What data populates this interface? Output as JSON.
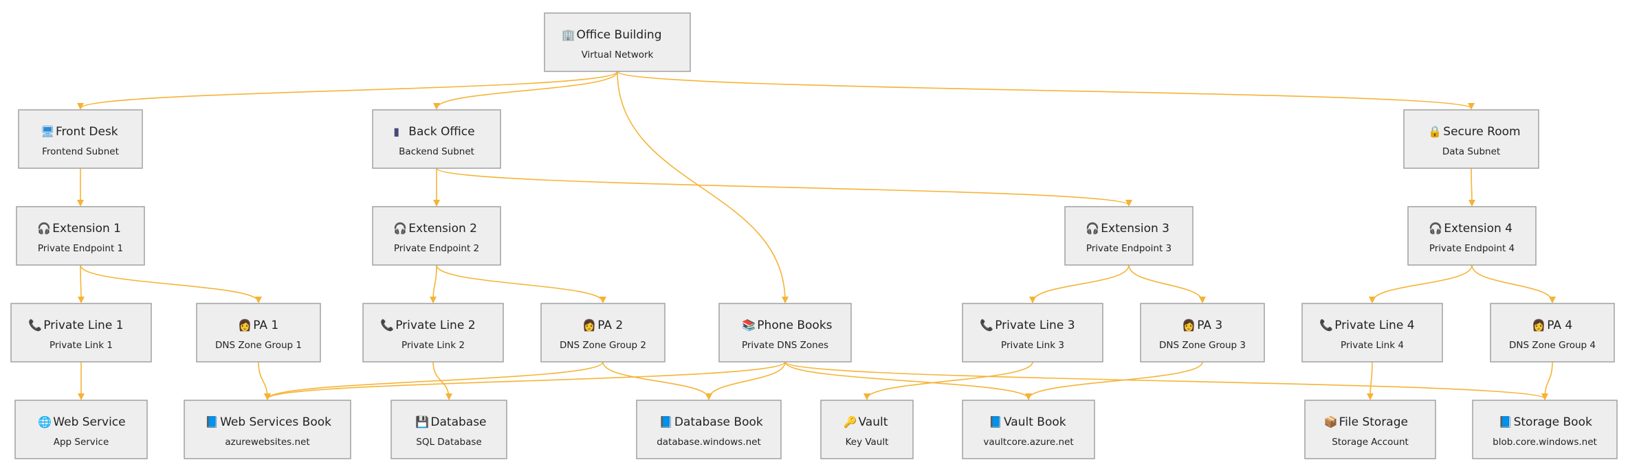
{
  "colors": {
    "node_fill": "#eeeeee",
    "node_border": "#a0a0a0",
    "edge": "#f5b335",
    "text": "#222222"
  },
  "nodes": [
    {
      "id": "office",
      "icon": "office-building-icon",
      "glyph": "🏢",
      "icon_color": "#6a7fa0",
      "title": "Office Building",
      "subtitle": "Virtual Network"
    },
    {
      "id": "frontdesk",
      "icon": "desktop-computer-icon",
      "glyph": "🖥",
      "icon_color": "#2a8cd8",
      "title": "Front Desk",
      "subtitle": "Frontend Subnet"
    },
    {
      "id": "backoffice",
      "icon": "server-tower-icon",
      "glyph": "▮",
      "icon_color": "#4a4a78",
      "title": "Back Office",
      "subtitle": "Backend Subnet"
    },
    {
      "id": "secureroom",
      "icon": "padlock-icon",
      "glyph": "🔒",
      "icon_color": "#e0a020",
      "title": "Secure Room",
      "subtitle": "Data Subnet"
    },
    {
      "id": "ext1",
      "icon": "headphones-icon",
      "glyph": "🎧",
      "icon_color": "#6a6a6a",
      "title": "Extension 1",
      "subtitle": "Private Endpoint 1"
    },
    {
      "id": "ext2",
      "icon": "headphones-icon",
      "glyph": "🎧",
      "icon_color": "#6a6a6a",
      "title": "Extension 2",
      "subtitle": "Private Endpoint 2"
    },
    {
      "id": "ext3",
      "icon": "headphones-icon",
      "glyph": "🎧",
      "icon_color": "#6a6a6a",
      "title": "Extension 3",
      "subtitle": "Private Endpoint 3"
    },
    {
      "id": "ext4",
      "icon": "headphones-icon",
      "glyph": "🎧",
      "icon_color": "#6a6a6a",
      "title": "Extension 4",
      "subtitle": "Private Endpoint 4"
    },
    {
      "id": "pl1",
      "icon": "telephone-receiver-icon",
      "glyph": "📞",
      "icon_color": "#e02828",
      "title": "Private Line 1",
      "subtitle": "Private Link 1"
    },
    {
      "id": "pa1",
      "icon": "personal-assistant-icon",
      "glyph": "👩",
      "icon_color": "#7a5aa8",
      "title": "PA 1",
      "subtitle": "DNS Zone Group 1"
    },
    {
      "id": "pl2",
      "icon": "telephone-receiver-icon",
      "glyph": "📞",
      "icon_color": "#e02828",
      "title": "Private Line 2",
      "subtitle": "Private Link 2"
    },
    {
      "id": "pa2",
      "icon": "personal-assistant-icon",
      "glyph": "👩",
      "icon_color": "#7a5aa8",
      "title": "PA 2",
      "subtitle": "DNS Zone Group 2"
    },
    {
      "id": "phonebooks",
      "icon": "books-icon",
      "glyph": "📚",
      "icon_color": "#3a9a4a",
      "title": "Phone Books",
      "subtitle": "Private DNS Zones"
    },
    {
      "id": "pl3",
      "icon": "telephone-receiver-icon",
      "glyph": "📞",
      "icon_color": "#e02828",
      "title": "Private Line 3",
      "subtitle": "Private Link 3"
    },
    {
      "id": "pa3",
      "icon": "personal-assistant-icon",
      "glyph": "👩",
      "icon_color": "#7a5aa8",
      "title": "PA 3",
      "subtitle": "DNS Zone Group 3"
    },
    {
      "id": "pl4",
      "icon": "telephone-receiver-icon",
      "glyph": "📞",
      "icon_color": "#e02828",
      "title": "Private Line 4",
      "subtitle": "Private Link 4"
    },
    {
      "id": "pa4",
      "icon": "personal-assistant-icon",
      "glyph": "👩",
      "icon_color": "#7a5aa8",
      "title": "PA 4",
      "subtitle": "DNS Zone Group 4"
    },
    {
      "id": "webservice",
      "icon": "globe-icon",
      "glyph": "🌐",
      "icon_color": "#2a8cd8",
      "title": "Web Service",
      "subtitle": "App Service"
    },
    {
      "id": "websvcbook",
      "icon": "blue-book-icon",
      "glyph": "📘",
      "icon_color": "#2a78c8",
      "title": "Web Services Book",
      "subtitle": "azurewebsites.net"
    },
    {
      "id": "database",
      "icon": "floppy-disk-icon",
      "glyph": "💾",
      "icon_color": "#8a2a6a",
      "title": "Database",
      "subtitle": "SQL Database"
    },
    {
      "id": "dbbook",
      "icon": "blue-book-icon",
      "glyph": "📘",
      "icon_color": "#2a78c8",
      "title": "Database Book",
      "subtitle": "database.windows.net"
    },
    {
      "id": "vault",
      "icon": "key-icon",
      "glyph": "🔑",
      "icon_color": "#e0a020",
      "title": "Vault",
      "subtitle": "Key Vault"
    },
    {
      "id": "vaultbook",
      "icon": "blue-book-icon",
      "glyph": "📘",
      "icon_color": "#2a78c8",
      "title": "Vault Book",
      "subtitle": "vaultcore.azure.net"
    },
    {
      "id": "filestorage",
      "icon": "package-box-icon",
      "glyph": "📦",
      "icon_color": "#c07a30",
      "title": "File Storage",
      "subtitle": "Storage Account"
    },
    {
      "id": "storagebook",
      "icon": "blue-book-icon",
      "glyph": "📘",
      "icon_color": "#2a78c8",
      "title": "Storage Book",
      "subtitle": "blob.core.windows.net"
    }
  ],
  "edges": [
    [
      "office",
      "frontdesk"
    ],
    [
      "office",
      "backoffice"
    ],
    [
      "office",
      "phonebooks"
    ],
    [
      "office",
      "secureroom"
    ],
    [
      "frontdesk",
      "ext1"
    ],
    [
      "backoffice",
      "ext2"
    ],
    [
      "backoffice",
      "ext3"
    ],
    [
      "secureroom",
      "ext4"
    ],
    [
      "ext1",
      "pl1"
    ],
    [
      "ext1",
      "pa1"
    ],
    [
      "ext2",
      "pl2"
    ],
    [
      "ext2",
      "pa2"
    ],
    [
      "ext3",
      "pl3"
    ],
    [
      "ext3",
      "pa3"
    ],
    [
      "ext4",
      "pl4"
    ],
    [
      "ext4",
      "pa4"
    ],
    [
      "pl1",
      "webservice"
    ],
    [
      "pa1",
      "websvcbook"
    ],
    [
      "pl2",
      "database"
    ],
    [
      "pa2",
      "websvcbook"
    ],
    [
      "pa2",
      "dbbook"
    ],
    [
      "phonebooks",
      "websvcbook"
    ],
    [
      "phonebooks",
      "dbbook"
    ],
    [
      "phonebooks",
      "vaultbook"
    ],
    [
      "phonebooks",
      "storagebook"
    ],
    [
      "pl3",
      "vault"
    ],
    [
      "pa3",
      "vaultbook"
    ],
    [
      "pl4",
      "filestorage"
    ],
    [
      "pa4",
      "storagebook"
    ]
  ]
}
